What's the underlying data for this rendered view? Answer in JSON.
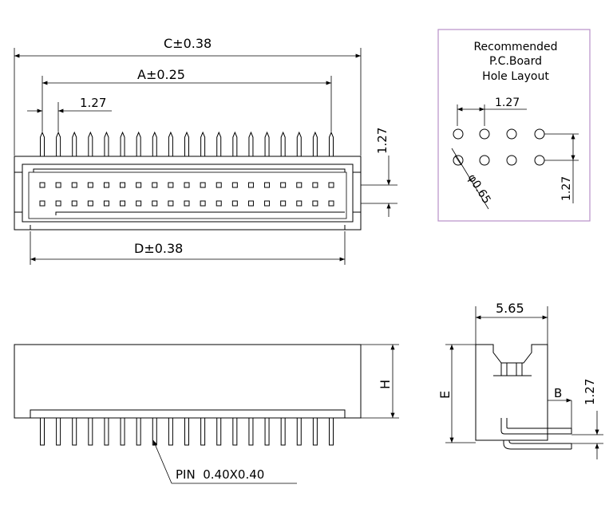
{
  "dimensions": {
    "c_overall": "C±0.38",
    "a_pin_span": "A±0.25",
    "pitch_top": "1.27",
    "pitch_vertical": "1.27",
    "d_body": "D±0.38",
    "height_h": "H",
    "side_width": "5.65",
    "side_e": "E",
    "side_b": "B",
    "side_pitch": "1.27"
  },
  "pcb_layout": {
    "title_line1": "Recommended",
    "title_line2": "P.C.Board",
    "title_line3": "Hole Layout",
    "pitch_h": "1.27",
    "pitch_v": "1.27",
    "hole_dia": "φ0.65"
  },
  "pin_note": "PIN  0.40X0.40",
  "colors": {
    "line": "#000000",
    "frame": "#b890c8"
  }
}
